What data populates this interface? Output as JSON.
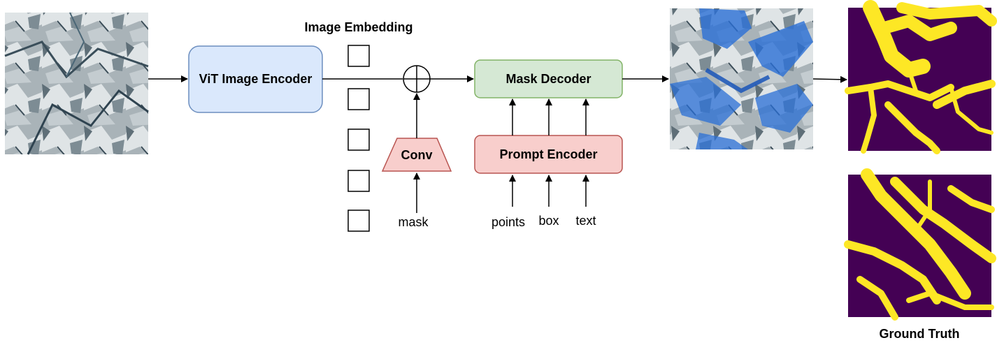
{
  "diagram": {
    "title_embedding": "Image Embedding",
    "encoder_label": "ViT Image Encoder",
    "conv_label": "Conv",
    "mask_decoder_label": "Mask Decoder",
    "prompt_encoder_label": "Prompt Encoder",
    "input_mask_label": "mask",
    "prompt_inputs": [
      "points",
      "box",
      "text"
    ],
    "ground_truth_label": "Ground Truth",
    "embedding_token_count": 5
  },
  "colors": {
    "encoder_fill": "#dae8fc",
    "encoder_stroke": "#6c8ebf",
    "decoder_fill": "#d5e8d4",
    "decoder_stroke": "#82b366",
    "prompt_fill": "#f8cecc",
    "prompt_stroke": "#b85450",
    "mask_purple": "#440154",
    "mask_yellow": "#fde725",
    "overlay_blue": "#2a6fd6"
  }
}
